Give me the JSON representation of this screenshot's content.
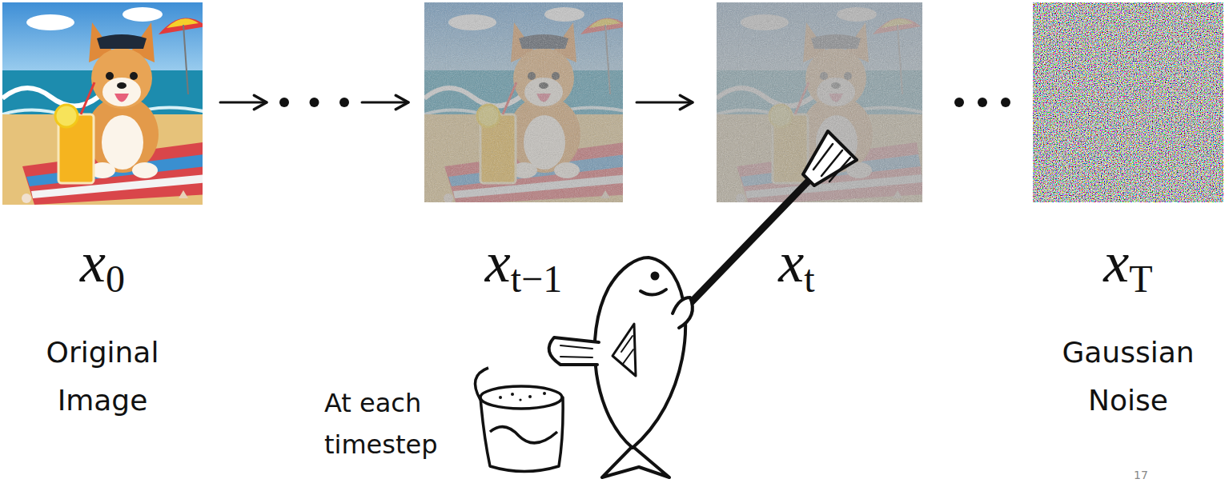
{
  "diagram": {
    "nodes": [
      {
        "text": [
          "x",
          "0",
          "Original Image"
        ]
      },
      {
        "text": [
          "x",
          "t−1"
        ]
      },
      {
        "text": [
          "x",
          "t"
        ]
      },
      {
        "text": [
          "x",
          "T",
          "Gaussian Noise"
        ]
      }
    ],
    "edges": [
      {
        "from": 0,
        "to": 1,
        "arrow": "to"
      },
      {
        "from": 1,
        "to": 2,
        "arrow": "to"
      }
    ],
    "labels": [
      "At each timestep",
      "17"
    ]
  }
}
